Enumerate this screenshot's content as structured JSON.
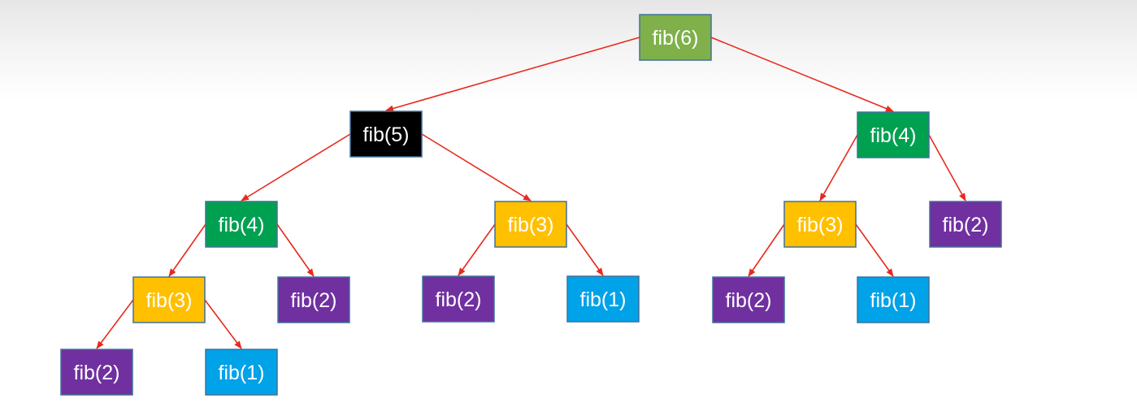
{
  "colors": {
    "edge": "#e8291c",
    "border": "#41719c",
    "text": "#ffffff",
    "fib6": "#7fb04a",
    "fib5": "#000000",
    "fib4": "#00a051",
    "fib3": "#ffc000",
    "fib2": "#7030a0",
    "fib1": "#00a2e8"
  },
  "nodes": [
    {
      "id": "n6",
      "label": "fib(6)",
      "color": "#7fb04a"
    },
    {
      "id": "n5",
      "label": "fib(5)",
      "color": "#000000"
    },
    {
      "id": "n4r",
      "label": "fib(4)",
      "color": "#00a051"
    },
    {
      "id": "n4l",
      "label": "fib(4)",
      "color": "#00a051"
    },
    {
      "id": "n3m",
      "label": "fib(3)",
      "color": "#ffc000"
    },
    {
      "id": "n3r",
      "label": "fib(3)",
      "color": "#ffc000"
    },
    {
      "id": "n2rr",
      "label": "fib(2)",
      "color": "#7030a0"
    },
    {
      "id": "n3l",
      "label": "fib(3)",
      "color": "#ffc000"
    },
    {
      "id": "n2l",
      "label": "fib(2)",
      "color": "#7030a0"
    },
    {
      "id": "n2m",
      "label": "fib(2)",
      "color": "#7030a0"
    },
    {
      "id": "n1m",
      "label": "fib(1)",
      "color": "#00a2e8"
    },
    {
      "id": "n2r",
      "label": "fib(2)",
      "color": "#7030a0"
    },
    {
      "id": "n1r",
      "label": "fib(1)",
      "color": "#00a2e8"
    },
    {
      "id": "n2ll",
      "label": "fib(2)",
      "color": "#7030a0"
    },
    {
      "id": "n1l",
      "label": "fib(1)",
      "color": "#00a2e8"
    }
  ],
  "edges": [
    {
      "from": "n6",
      "to": "n5"
    },
    {
      "from": "n6",
      "to": "n4r"
    },
    {
      "from": "n5",
      "to": "n4l"
    },
    {
      "from": "n5",
      "to": "n3m"
    },
    {
      "from": "n4r",
      "to": "n3r"
    },
    {
      "from": "n4r",
      "to": "n2rr"
    },
    {
      "from": "n4l",
      "to": "n3l"
    },
    {
      "from": "n4l",
      "to": "n2l"
    },
    {
      "from": "n3m",
      "to": "n2m"
    },
    {
      "from": "n3m",
      "to": "n1m"
    },
    {
      "from": "n3r",
      "to": "n2r"
    },
    {
      "from": "n3r",
      "to": "n1r"
    },
    {
      "from": "n3l",
      "to": "n2ll"
    },
    {
      "from": "n3l",
      "to": "n1l"
    }
  ]
}
